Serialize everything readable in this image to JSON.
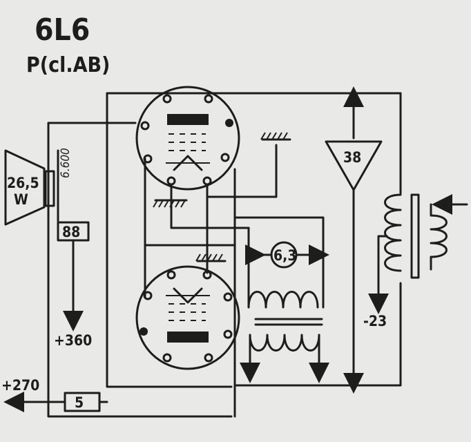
{
  "title": "6L6",
  "subtitle": "P(cl.AB)",
  "speaker": {
    "power": "26,5",
    "unit": "W"
  },
  "output_transformer": {
    "impedance": "6.600"
  },
  "resistors": {
    "r_plate": "88",
    "r_screen": "5"
  },
  "voltages": {
    "plate": "+360",
    "screen": "+270",
    "bias": "-23"
  },
  "heater": "6,3",
  "input_transformer": "38"
}
